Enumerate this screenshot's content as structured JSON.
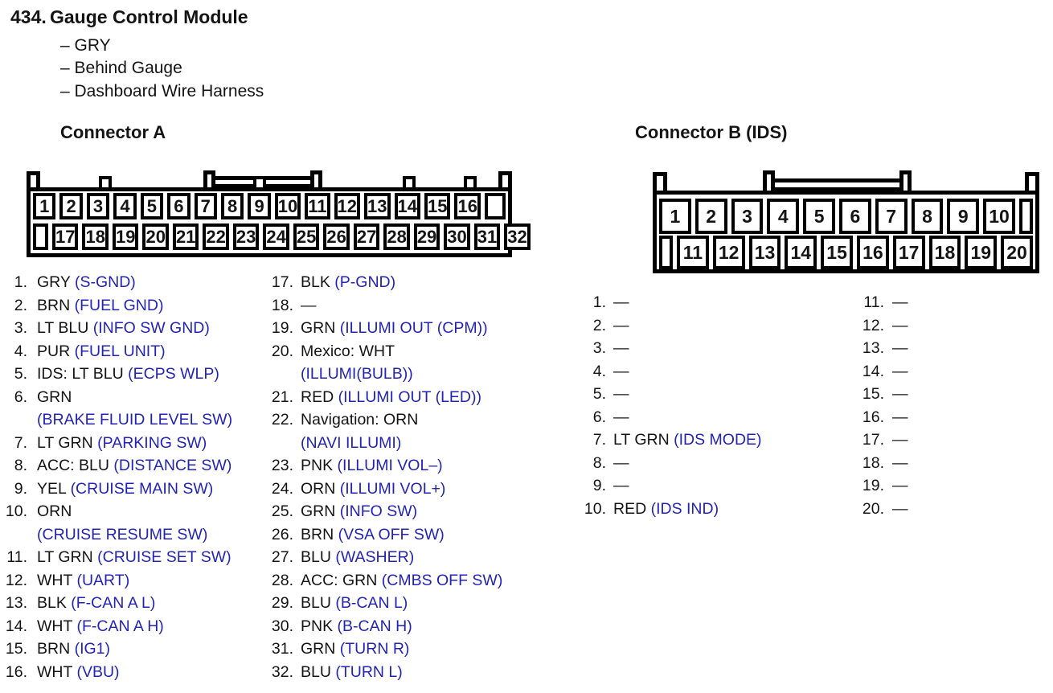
{
  "title": {
    "number": "434.",
    "text": "Gauge Control Module"
  },
  "details": [
    "– GRY",
    "– Behind Gauge",
    "– Dashboard Wire Harness"
  ],
  "colors": {
    "signal_blue": "#2323b5",
    "ink": "#141414"
  },
  "connector_a": {
    "heading": "Connector A",
    "top_pins": [
      "1",
      "2",
      "3",
      "4",
      "5",
      "6",
      "7",
      "8",
      "9",
      "10",
      "11",
      "12",
      "13",
      "14",
      "15",
      "16"
    ],
    "bottom_pins": [
      "17",
      "18",
      "19",
      "20",
      "21",
      "22",
      "23",
      "24",
      "25",
      "26",
      "27",
      "28",
      "29",
      "30",
      "31",
      "32"
    ],
    "list_left": [
      {
        "num": "1.",
        "wire": "GRY",
        "signal": "(S-GND)"
      },
      {
        "num": "2.",
        "wire": "BRN",
        "signal": "(FUEL GND)"
      },
      {
        "num": "3.",
        "wire": "LT BLU",
        "signal": "(INFO SW GND)"
      },
      {
        "num": "4.",
        "wire": "PUR",
        "signal": "(FUEL UNIT)"
      },
      {
        "num": "5.",
        "wire": "IDS: LT BLU",
        "signal": "(ECPS WLP)"
      },
      {
        "num": "6.",
        "wire": "GRN",
        "signal": "(BRAKE FLUID LEVEL SW)",
        "wrap": true
      },
      {
        "num": "7.",
        "wire": "LT GRN",
        "signal": "(PARKING SW)"
      },
      {
        "num": "8.",
        "wire": "ACC: BLU",
        "signal": "(DISTANCE SW)"
      },
      {
        "num": "9.",
        "wire": "YEL",
        "signal": "(CRUISE MAIN SW)"
      },
      {
        "num": "10.",
        "wire": "ORN",
        "signal": "(CRUISE RESUME SW)",
        "wrap": true
      },
      {
        "num": "11.",
        "wire": "LT GRN",
        "signal": "(CRUISE SET SW)"
      },
      {
        "num": "12.",
        "wire": "WHT",
        "signal": "(UART)"
      },
      {
        "num": "13.",
        "wire": "BLK",
        "signal": "(F-CAN A L)"
      },
      {
        "num": "14.",
        "wire": "WHT",
        "signal": "(F-CAN A H)"
      },
      {
        "num": "15.",
        "wire": "BRN",
        "signal": "(IG1)"
      },
      {
        "num": "16.",
        "wire": "WHT",
        "signal": "(VBU)"
      }
    ],
    "list_right": [
      {
        "num": "17.",
        "wire": "BLK",
        "signal": "(P-GND)"
      },
      {
        "num": "18.",
        "wire": "—",
        "signal": ""
      },
      {
        "num": "19.",
        "wire": "GRN",
        "signal": "(ILLUMI OUT (CPM))"
      },
      {
        "num": "20.",
        "wire": "Mexico: WHT",
        "signal": "(ILLUMI(BULB))",
        "wrap": true
      },
      {
        "num": "21.",
        "wire": "RED",
        "signal": "(ILLUMI OUT (LED))"
      },
      {
        "num": "22.",
        "wire": "Navigation: ORN",
        "signal": "(NAVI ILLUMI)",
        "wrap": true
      },
      {
        "num": "23.",
        "wire": "PNK",
        "signal": "(ILLUMI VOL–)"
      },
      {
        "num": "24.",
        "wire": "ORN",
        "signal": "(ILLUMI VOL+)"
      },
      {
        "num": "25.",
        "wire": "GRN",
        "signal": "(INFO SW)"
      },
      {
        "num": "26.",
        "wire": "BRN",
        "signal": "(VSA OFF SW)"
      },
      {
        "num": "27.",
        "wire": "BLU",
        "signal": "(WASHER)"
      },
      {
        "num": "28.",
        "wire": "ACC: GRN",
        "signal": "(CMBS OFF SW)"
      },
      {
        "num": "29.",
        "wire": "BLU",
        "signal": "(B-CAN L)"
      },
      {
        "num": "30.",
        "wire": "PNK",
        "signal": "(B-CAN H)"
      },
      {
        "num": "31.",
        "wire": "GRN",
        "signal": "(TURN R)"
      },
      {
        "num": "32.",
        "wire": "BLU",
        "signal": "(TURN L)"
      }
    ]
  },
  "connector_b": {
    "heading": "Connector B (IDS)",
    "top_pins": [
      "1",
      "2",
      "3",
      "4",
      "5",
      "6",
      "7",
      "8",
      "9",
      "10"
    ],
    "bottom_pins": [
      "11",
      "12",
      "13",
      "14",
      "15",
      "16",
      "17",
      "18",
      "19",
      "20"
    ],
    "list_left": [
      {
        "num": "1.",
        "wire": "—",
        "signal": ""
      },
      {
        "num": "2.",
        "wire": "—",
        "signal": ""
      },
      {
        "num": "3.",
        "wire": "—",
        "signal": ""
      },
      {
        "num": "4.",
        "wire": "—",
        "signal": ""
      },
      {
        "num": "5.",
        "wire": "—",
        "signal": ""
      },
      {
        "num": "6.",
        "wire": "—",
        "signal": ""
      },
      {
        "num": "7.",
        "wire": "LT GRN",
        "signal": "(IDS MODE)"
      },
      {
        "num": "8.",
        "wire": "—",
        "signal": ""
      },
      {
        "num": "9.",
        "wire": "—",
        "signal": ""
      },
      {
        "num": "10.",
        "wire": "RED",
        "signal": "(IDS IND)"
      }
    ],
    "list_right": [
      {
        "num": "11.",
        "wire": "—",
        "signal": ""
      },
      {
        "num": "12.",
        "wire": "—",
        "signal": ""
      },
      {
        "num": "13.",
        "wire": "—",
        "signal": ""
      },
      {
        "num": "14.",
        "wire": "—",
        "signal": ""
      },
      {
        "num": "15.",
        "wire": "—",
        "signal": ""
      },
      {
        "num": "16.",
        "wire": "—",
        "signal": ""
      },
      {
        "num": "17.",
        "wire": "—",
        "signal": ""
      },
      {
        "num": "18.",
        "wire": "—",
        "signal": ""
      },
      {
        "num": "19.",
        "wire": "—",
        "signal": ""
      },
      {
        "num": "20.",
        "wire": "—",
        "signal": ""
      }
    ]
  }
}
